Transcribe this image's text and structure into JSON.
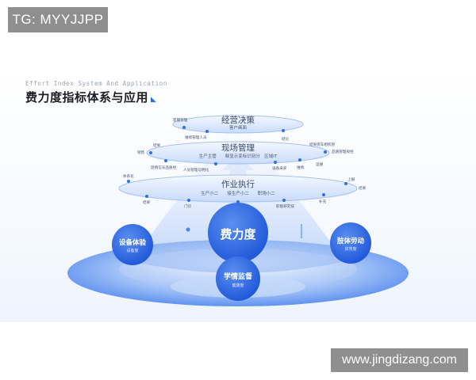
{
  "tag": "TG: MYYJJPP",
  "watermark": "www.jingdizang.com",
  "header": {
    "en_title": "Effort Index System And Application",
    "cn_title": "费力度指标体系与应用"
  },
  "levels": [
    {
      "title": "经营决策",
      "subtitle": "客户画面"
    },
    {
      "title": "现场管理",
      "subtitle": "生产主管　　释显示变标识别分　区域IT"
    },
    {
      "title": "作业执行",
      "subtitle": "生产小二　　接生产小二　　职场小二"
    }
  ],
  "labels": {
    "l1": [
      "客服管理",
      "维修管理人员",
      "结论"
    ],
    "l2": [
      "结果",
      "销售",
      "促销信号品质经",
      "人员管理与明化",
      "设备采买",
      "维修",
      "运维",
      "结果变车相机管",
      "品质管理规经"
    ],
    "l3": [
      "体系化",
      "结果",
      "门诊",
      "职能研究技",
      "补充",
      "上报",
      "结果"
    ]
  },
  "bubbles": {
    "center": {
      "title": "费力度"
    },
    "left": {
      "title": "设备体验",
      "subtitle": "设备度"
    },
    "right": {
      "title": "肢体劳动",
      "subtitle": "体劳度"
    },
    "bottom": {
      "title": "学情监督",
      "subtitle": "健康度"
    }
  },
  "colors": {
    "accent": "#2f6fe0",
    "bubble": "#1f5fe0",
    "ring": "#cfe0fb"
  }
}
